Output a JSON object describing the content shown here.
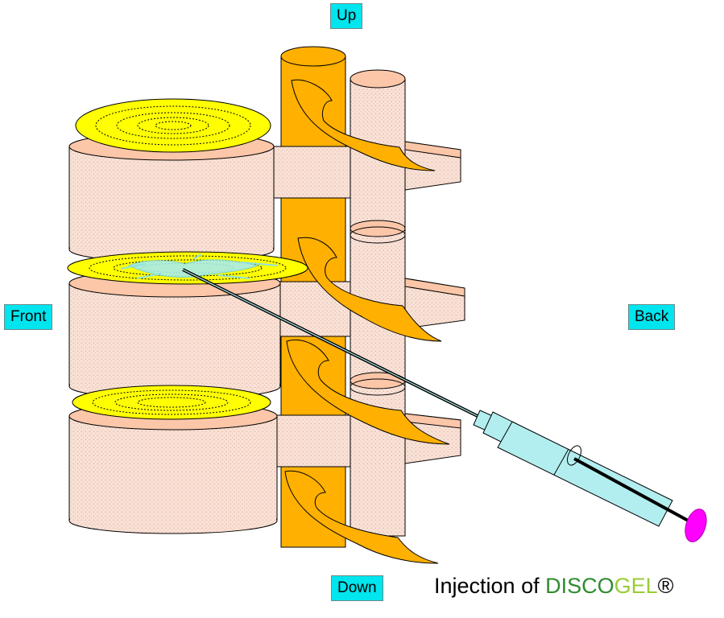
{
  "labels": {
    "up": "Up",
    "down": "Down",
    "front": "Front",
    "back": "Back"
  },
  "caption": {
    "prefix": "Injection of ",
    "part1": "DISCO",
    "part2": "GEL",
    "suffix": "®"
  },
  "colors": {
    "label_bg": "#00e5ee",
    "vertebra_fill": "#f9e1d6",
    "vertebra_top": "#fcc6a8",
    "disc": "#ffff00",
    "nerve": "#ffb000",
    "syringe": "#b2eef0",
    "plunger": "#ff00ff",
    "caption_green_dark": "#2e8b2e",
    "caption_green_light": "#99cc33"
  }
}
